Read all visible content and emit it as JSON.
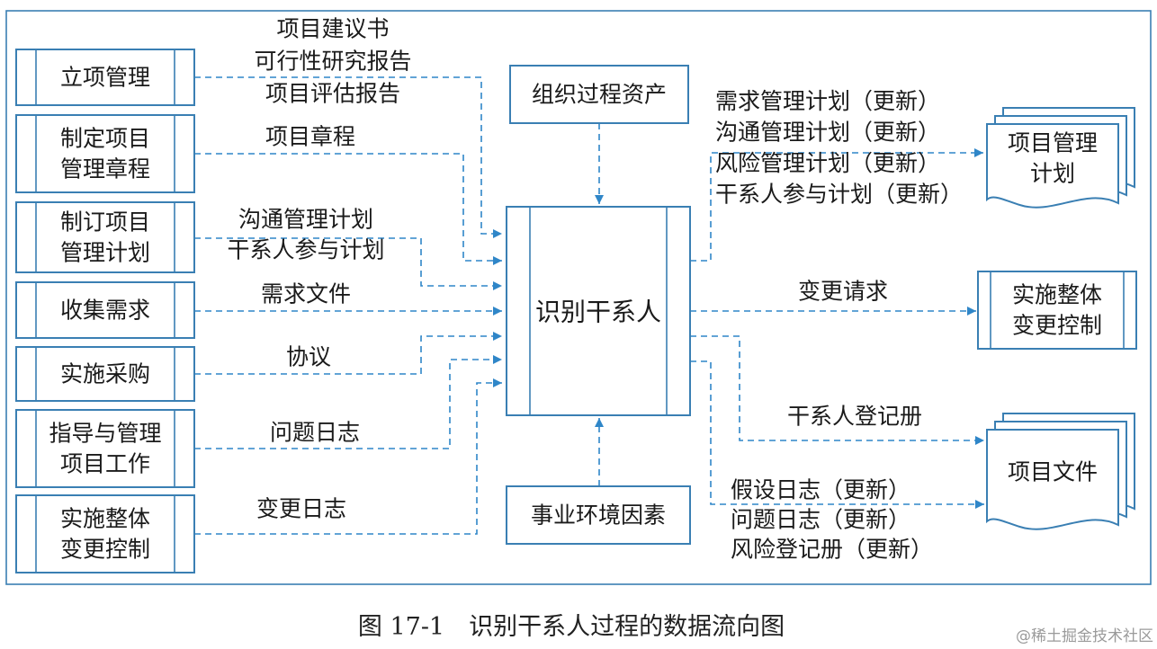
{
  "inputs": [
    {
      "lines": [
        "立项管理"
      ]
    },
    {
      "lines": [
        "制定项目",
        "管理章程"
      ]
    },
    {
      "lines": [
        "制订项目",
        "管理计划"
      ]
    },
    {
      "lines": [
        "收集需求"
      ]
    },
    {
      "lines": [
        "实施采购"
      ]
    },
    {
      "lines": [
        "指导与管理",
        "项目工作"
      ]
    },
    {
      "lines": [
        "实施整体",
        "变更控制"
      ]
    }
  ],
  "input_labels": [
    {
      "lines": [
        "项目建议书",
        "可行性研究报告",
        "项目评估报告"
      ]
    },
    {
      "lines": [
        "项目章程"
      ]
    },
    {
      "lines": [
        "沟通管理计划",
        "干系人参与计划"
      ]
    },
    {
      "lines": [
        "需求文件"
      ]
    },
    {
      "lines": [
        "协议"
      ]
    },
    {
      "lines": [
        "问题日志"
      ]
    },
    {
      "lines": [
        "变更日志"
      ]
    }
  ],
  "top_box": "组织过程资产",
  "bottom_box": "事业环境因素",
  "process": "识别干系人",
  "outputs": [
    {
      "lines": [
        "项目管理",
        "计划"
      ]
    },
    {
      "lines": [
        "实施整体",
        "变更控制"
      ]
    },
    {
      "lines": [
        "项目文件"
      ]
    }
  ],
  "output_labels": [
    {
      "lines": [
        "需求管理计划（更新）",
        "沟通管理计划（更新）",
        "风险管理计划（更新）",
        "干系人参与计划（更新）"
      ]
    },
    {
      "lines": [
        "变更请求"
      ]
    },
    {
      "lines": [
        "干系人登记册"
      ]
    },
    {
      "lines": [
        "假设日志（更新）",
        "问题日志（更新）",
        "风险登记册（更新）"
      ]
    }
  ],
  "caption": "图 17-1　识别干系人过程的数据流向图",
  "watermark": "@稀土掘金技术社区",
  "colors": {
    "line": "#2f86c8",
    "border": "#3a7fb3",
    "text": "#1a1a1a"
  }
}
